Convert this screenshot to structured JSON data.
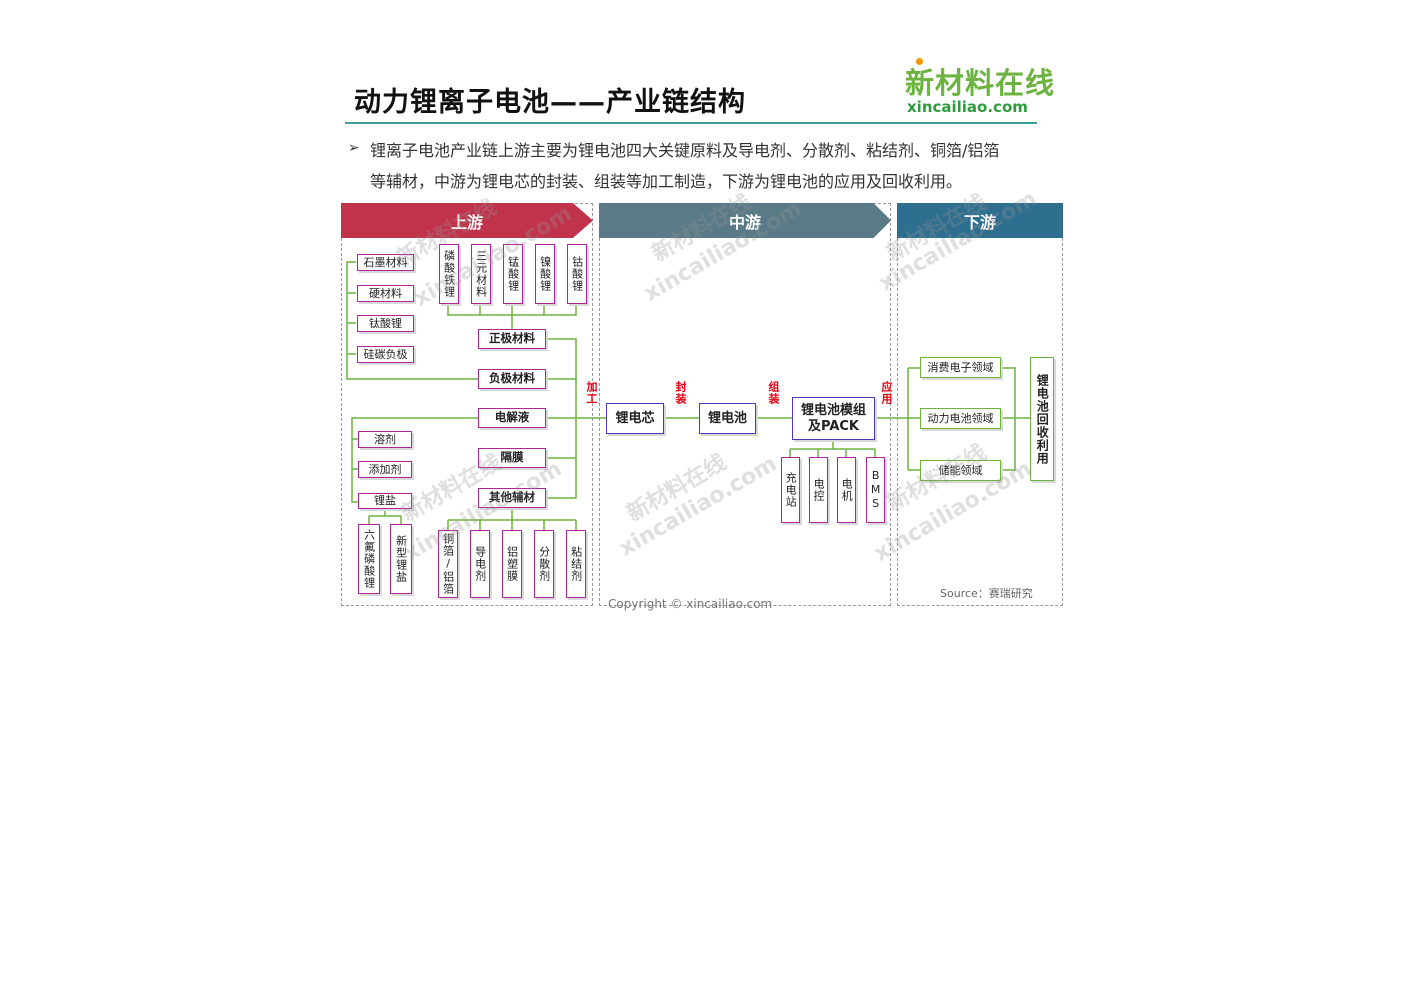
{
  "title": "动力锂离子电池——产业链结构",
  "logo": {
    "cn": "新材料在线",
    "en": "xincailiao.com"
  },
  "intro": {
    "bullet": "➢",
    "line1": "锂离子电池产业链上游主要为锂电池四大关键原料及导电剂、分散剂、粘结剂、铜箔/铝箔",
    "line2": "等辅材，中游为锂电芯的封装、组装等加工制造，下游为锂电池的应用及回收利用。"
  },
  "sections": {
    "upstream": "上游",
    "midstream": "中游",
    "downstream": "下游"
  },
  "colors": {
    "upstream": "#c0334b",
    "midstream": "#5a7a87",
    "downstream": "#2e6e8e",
    "material_border": "#b0259b",
    "mid_border": "#4b3ab8",
    "down_border": "#6cb33f",
    "line": "#6cb33f",
    "process_label": "#e60012"
  },
  "upstream": {
    "anode_materials": [
      "石墨材料",
      "硬材料",
      "钛酸锂",
      "硅碳负极"
    ],
    "cathode_materials": [
      "磷酸铁锂",
      "三元材料",
      "锰酸锂",
      "镍酸锂",
      "钴酸锂"
    ],
    "main": [
      "正极材料",
      "负极材料",
      "电解液",
      "隔膜",
      "其他辅材"
    ],
    "electrolyte_parts": [
      "溶剂",
      "添加剂",
      "锂盐"
    ],
    "lithium_salts": [
      "六氟磷酸锂",
      "新型锂盐"
    ],
    "auxiliary": [
      "铜箔/铝箔",
      "导电剂",
      "铝塑膜",
      "分散剂",
      "粘结剂"
    ]
  },
  "process_labels": [
    "加工",
    "封装",
    "组装",
    "应用"
  ],
  "midstream": {
    "cell": "锂电芯",
    "battery": "锂电池",
    "pack": "锂电池模组及PACK",
    "components": [
      "充电站",
      "电控",
      "电机",
      "BMS"
    ]
  },
  "downstream": {
    "applications": [
      "消费电子领域",
      "动力电池领域",
      "储能领域"
    ],
    "recycle": "锂电池回收利用"
  },
  "source": "Source：赛瑞研究",
  "copyright": "Copyright © xincailiao.com",
  "watermark": [
    "新材料在线",
    "xincailiao.com"
  ]
}
